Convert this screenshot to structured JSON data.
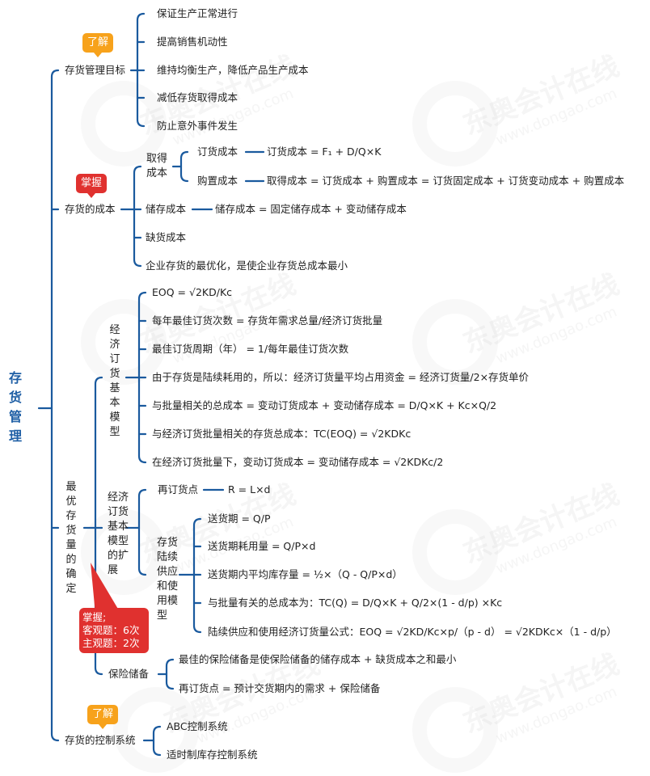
{
  "colors": {
    "line": "#1a5a9e",
    "root_text": "#1f5fa5",
    "badge_understand": "#f7a21b",
    "badge_master": "#e0312f",
    "text": "#222222"
  },
  "watermark": {
    "brand": "东奥会计在线",
    "url": "www.dongao.com"
  },
  "root": {
    "label": "存货管理"
  },
  "branches": {
    "goals": {
      "label": "存货管理目标",
      "badge": "了解",
      "items": [
        "保证生产正常进行",
        "提高销售机动性",
        "维持均衡生产，降低产品生产成本",
        "减低存货取得成本",
        "防止意外事件发生"
      ]
    },
    "cost": {
      "label": "存货的成本",
      "badge": "掌握",
      "acquisition": {
        "label": "取得成本",
        "ordering": {
          "label": "订货成本",
          "formula": "订货成本 = F₁ + D/Q×K"
        },
        "purchase": {
          "label": "购置成本",
          "formula": "取得成本 = 订货成本 + 购置成本 = 订货固定成本 + 订货变动成本 + 购置成本"
        }
      },
      "storage": {
        "label": "储存成本",
        "formula": "储存成本 = 固定储存成本 + 变动储存成本"
      },
      "shortage": {
        "label": "缺货成本"
      },
      "optimization": {
        "label": "企业存货的最优化，是使企业存货总成本最小"
      }
    },
    "optimal": {
      "label": "最优存货量的确定",
      "basic_model": {
        "label": "经济订货基本模型",
        "items": [
          "EOQ = √2KD/Kc",
          "每年最佳订货次数 = 存货年需求总量/经济订货批量",
          "最佳订货周期（年） = 1/每年最佳订货次数",
          "由于存货是陆续耗用的，所以：经济订货量平均占用资金 = 经济订货量/2×存货单价",
          "与批量相关的总成本 = 变动订货成本 + 变动储存成本 = D/Q×K + Kc×Q/2",
          "与经济订货批量相关的存货总成本：TC(EOQ) = √2KDKc",
          "在经济订货批量下，变动订货成本 = 变动储存成本 = √2KDKc/2"
        ]
      },
      "extension": {
        "label": "经济订货基本模型的扩展",
        "reorder": {
          "label": "再订货点",
          "formula": "R = L×d"
        },
        "continuous": {
          "label": "存货陆续供应和使用模型",
          "items": [
            "送货期 = Q/P",
            "送货期耗用量 = Q/P×d",
            "送货期内平均库存量 = ½×（Q - Q/P×d）",
            "与批量有关的总成本为：TC(Q) = D/Q×K + Q/2×(1 - d/p) ×Kc",
            "陆续供应和使用经济订货量公式：EOQ = √2KD/Kc×p/（p - d） = √2KDKc×（1 - d/p）"
          ]
        }
      },
      "callout": {
        "line1": "掌握;",
        "line2": "客观题：6次",
        "line3": "主观题：2次"
      },
      "safety": {
        "label": "保险储备",
        "items": [
          "最佳的保险储备是使保险储备的储存成本 + 缺货成本之和最小",
          "再订货点 = 预计交货期内的需求 + 保险储备"
        ]
      }
    },
    "control": {
      "label": "存货的控制系统",
      "badge": "了解",
      "items": [
        "ABC控制系统",
        "适时制库存控制系统"
      ]
    }
  }
}
